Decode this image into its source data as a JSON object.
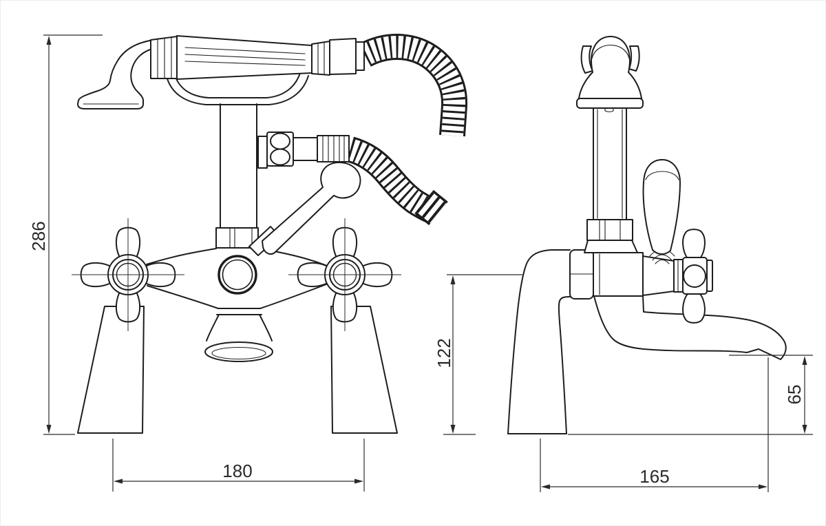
{
  "drawing": {
    "type": "bath-shower-mixer-technical-drawing",
    "dimensions": {
      "overall_height_mm": "286",
      "handle_centres_mm": "180",
      "inlet_height_mm": "122",
      "spout_clearance_mm": "65",
      "spout_projection_mm": "165"
    },
    "colors": {
      "line": "#1d1d1d",
      "dimension_line": "#2a2a2a",
      "background": "#ffffff"
    }
  }
}
